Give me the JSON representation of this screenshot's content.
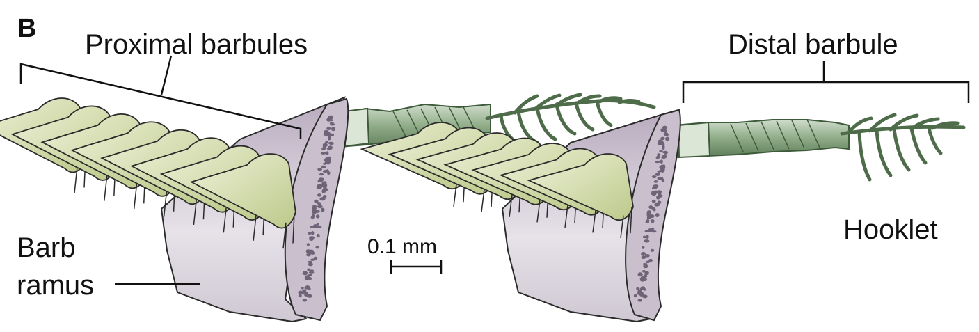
{
  "figure": {
    "panel_label": "B",
    "labels": {
      "proximal_barbules": "Proximal barbules",
      "distal_barbule": "Distal barbule",
      "barb_ramus_line1": "Barb",
      "barb_ramus_line2": "ramus",
      "hooklet": "Hooklet",
      "scale_bar": "0.1 mm"
    }
  },
  "colors": {
    "barb_fill": "#d9d4de",
    "barb_shade": "#c6bdca",
    "barb_edge": "#b5a9bb",
    "spot": "#6f6378",
    "barbule_fill": "#d6deae",
    "barbule_shade": "#b6c384",
    "distal_fill": "#7f9c75",
    "distal_light": "#c3d2bc",
    "distal_dark": "#4e6b4a",
    "outline": "#2b2b2b"
  }
}
